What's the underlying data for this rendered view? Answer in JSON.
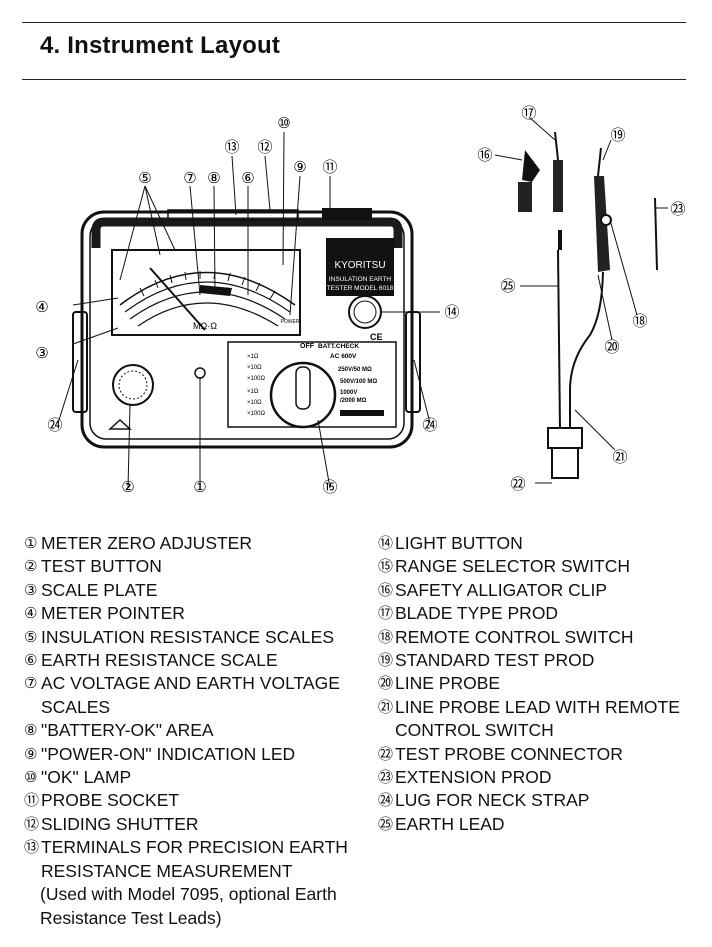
{
  "heading": "4. Instrument Layout",
  "panel": {
    "brand": "KYORITSU",
    "model_line1": "INSULATION EARTH",
    "model_line2": "TESTER MODEL 6018",
    "meter_unit": "MΩ·Ω",
    "power_label": "POWER",
    "off_label": "OFF",
    "batt_check": "BATT.CHECK",
    "ac_range": "AC 600V",
    "range_250": "250V/50 MΩ",
    "range_500": "500V/100 MΩ",
    "range_1000a": "1000V",
    "range_1000b": "/2000 MΩ",
    "ohm_ranges": [
      "×1Ω",
      "×10Ω",
      "×100Ω"
    ],
    "ohm_ranges_2": [
      "×1Ω",
      "×10Ω",
      "×100Ω"
    ],
    "ce_mark": "CE"
  },
  "callouts": [
    "①",
    "②",
    "③",
    "④",
    "⑤",
    "⑥",
    "⑦",
    "⑧",
    "⑨",
    "⑩",
    "⑪",
    "⑫",
    "⑬",
    "⑭",
    "⑮",
    "⑯",
    "⑰",
    "⑱",
    "⑲",
    "⑳",
    "㉑",
    "㉒",
    "㉓",
    "㉔",
    "㉕"
  ],
  "parts_left": [
    {
      "num": "①",
      "text": "METER ZERO ADJUSTER"
    },
    {
      "num": "②",
      "text": "TEST BUTTON"
    },
    {
      "num": "③",
      "text": "SCALE PLATE"
    },
    {
      "num": "④",
      "text": "METER POINTER"
    },
    {
      "num": "⑤",
      "text": "INSULATION RESISTANCE SCALES"
    },
    {
      "num": "⑥",
      "text": "EARTH RESISTANCE SCALE"
    },
    {
      "num": "⑦",
      "text": "AC VOLTAGE AND EARTH VOLTAGE SCALES"
    },
    {
      "num": "⑧",
      "text": "\"BATTERY-OK\" AREA"
    },
    {
      "num": "⑨",
      "text": "\"POWER-ON\" INDICATION LED"
    },
    {
      "num": "⑩",
      "text": "\"OK\" LAMP"
    },
    {
      "num": "⑪",
      "text": "PROBE SOCKET"
    },
    {
      "num": "⑫",
      "text": "SLIDING SHUTTER"
    },
    {
      "num": "⑬",
      "text": "TERMINALS FOR PRECISION EARTH RESISTANCE MEASUREMENT"
    }
  ],
  "note": "(Used with Model 7095, optional Earth Resistance Test Leads)",
  "parts_right": [
    {
      "num": "⑭",
      "text": "LIGHT BUTTON"
    },
    {
      "num": "⑮",
      "text": "RANGE SELECTOR SWITCH"
    },
    {
      "num": "⑯",
      "text": "SAFETY ALLIGATOR CLIP"
    },
    {
      "num": "⑰",
      "text": "BLADE TYPE PROD"
    },
    {
      "num": "⑱",
      "text": "REMOTE CONTROL SWITCH"
    },
    {
      "num": "⑲",
      "text": "STANDARD TEST PROD"
    },
    {
      "num": "⑳",
      "text": "LINE PROBE"
    },
    {
      "num": "㉑",
      "text": "LINE PROBE LEAD WITH REMOTE CONTROL SWITCH"
    },
    {
      "num": "㉒",
      "text": "TEST PROBE CONNECTOR"
    },
    {
      "num": "㉓",
      "text": "EXTENSION PROD"
    },
    {
      "num": "㉔",
      "text": "LUG FOR NECK STRAP"
    },
    {
      "num": "㉕",
      "text": "EARTH LEAD"
    }
  ]
}
